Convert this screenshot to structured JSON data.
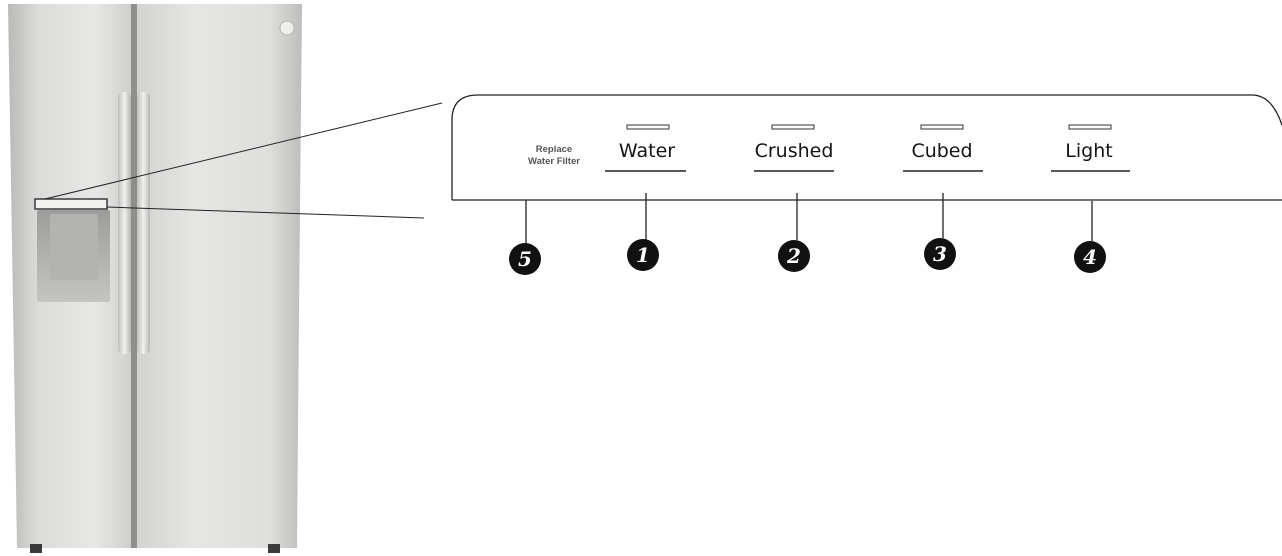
{
  "panel": {
    "replace_filter": {
      "line1": "Replace",
      "line2": "Water Filter",
      "callout": "5"
    },
    "buttons": [
      {
        "label": "Water",
        "callout": "1"
      },
      {
        "label": "Crushed",
        "callout": "2"
      },
      {
        "label": "Cubed",
        "callout": "3"
      },
      {
        "label": "Light",
        "callout": "4"
      }
    ]
  },
  "colors": {
    "steel_light": "#e4e4e2",
    "steel_mid": "#cfcfcd",
    "steel_dark": "#a9a9a7",
    "outline": "#222222",
    "badge": "#111111"
  }
}
